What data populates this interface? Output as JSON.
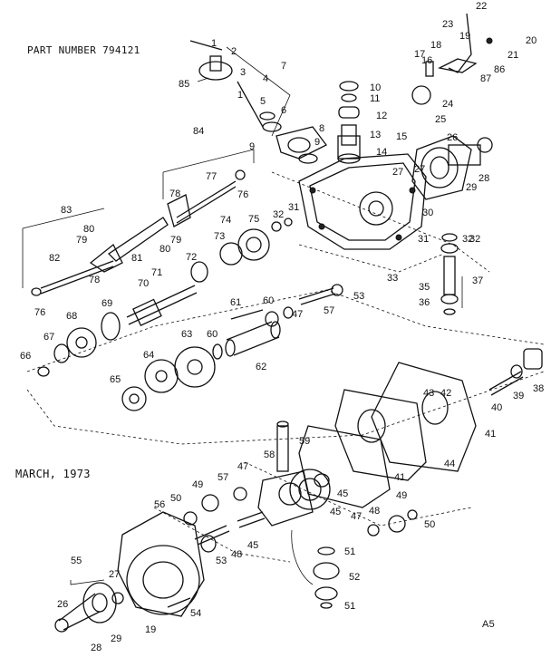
{
  "header": {
    "part_number": "PART NUMBER 794121",
    "date": "MARCH, 1973",
    "page_code": "A5"
  },
  "labels": [
    "1",
    "2",
    "3",
    "4",
    "5",
    "6",
    "7",
    "8",
    "9",
    "10",
    "11",
    "12",
    "13",
    "14",
    "15",
    "16",
    "17",
    "18",
    "19",
    "20",
    "21",
    "22",
    "23",
    "24",
    "25",
    "26",
    "27",
    "28",
    "29",
    "30",
    "31",
    "32",
    "33",
    "35",
    "36",
    "37",
    "38",
    "39",
    "40",
    "41",
    "42",
    "43",
    "44",
    "45",
    "47",
    "48",
    "49",
    "50",
    "51",
    "52",
    "53",
    "54",
    "55",
    "56",
    "57",
    "58",
    "59",
    "60",
    "61",
    "62",
    "63",
    "64",
    "65",
    "66",
    "67",
    "68",
    "69",
    "70",
    "71",
    "72",
    "73",
    "74",
    "75",
    "76",
    "77",
    "78",
    "79",
    "80",
    "81",
    "82",
    "83",
    "84",
    "85",
    "86",
    "87"
  ]
}
